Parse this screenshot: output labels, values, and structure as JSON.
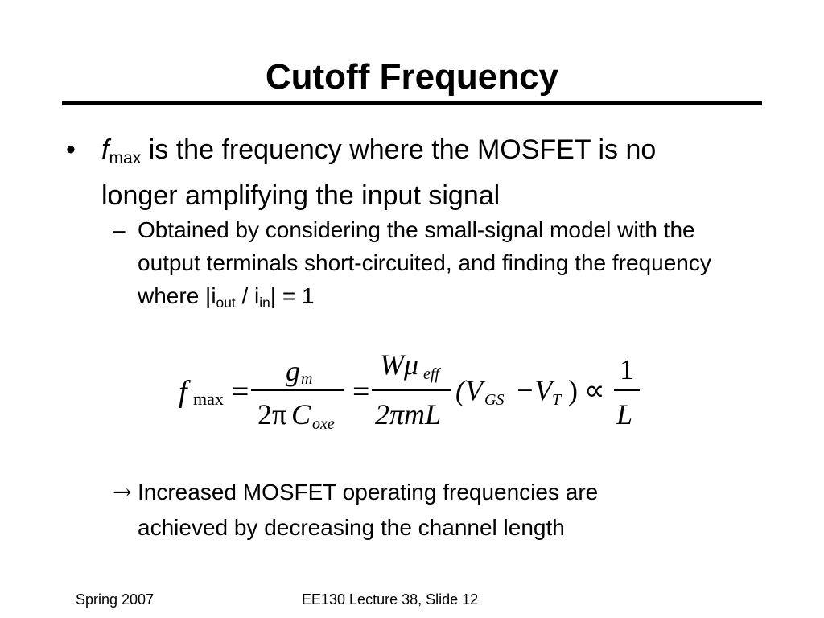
{
  "slide": {
    "title": "Cutoff Frequency"
  },
  "bullet_main": {
    "symbol": "•",
    "var": "f",
    "var_sub": "max",
    "text": " is the frequency where the MOSFET is no longer amplifying the input signal"
  },
  "bullet_sub": {
    "symbol": "–",
    "text_before": "Obtained by considering the small-signal model with the output terminals short-circuited, and finding the frequency where |i",
    "sub1": "out",
    "mid": " / i",
    "sub2": "in",
    "text_after": "| = 1"
  },
  "formula": {
    "lhs_var": "f",
    "lhs_sub": "max",
    "eq1": "=",
    "frac1_num": "g",
    "frac1_num_sub": "m",
    "frac1_den_2pi": "2π",
    "frac1_den_C": "C",
    "frac1_den_sub": "oxe",
    "eq2": "=",
    "frac2_num_W": "Wμ",
    "frac2_num_sub": "eff",
    "frac2_den": "2πmL",
    "paren_open": "(V",
    "vgs_sub": "GS",
    "minus": "−V",
    "vt_sub": "T",
    "paren_close": ")",
    "prop": "∝",
    "frac3_num": "1",
    "frac3_den": "L"
  },
  "bullet_result": {
    "symbol": "→",
    "line1": " Increased MOSFET operating frequencies are",
    "line2": "achieved by decreasing the channel length"
  },
  "footer": {
    "left": "Spring 2007",
    "center": "EE130 Lecture 38, Slide 12"
  }
}
